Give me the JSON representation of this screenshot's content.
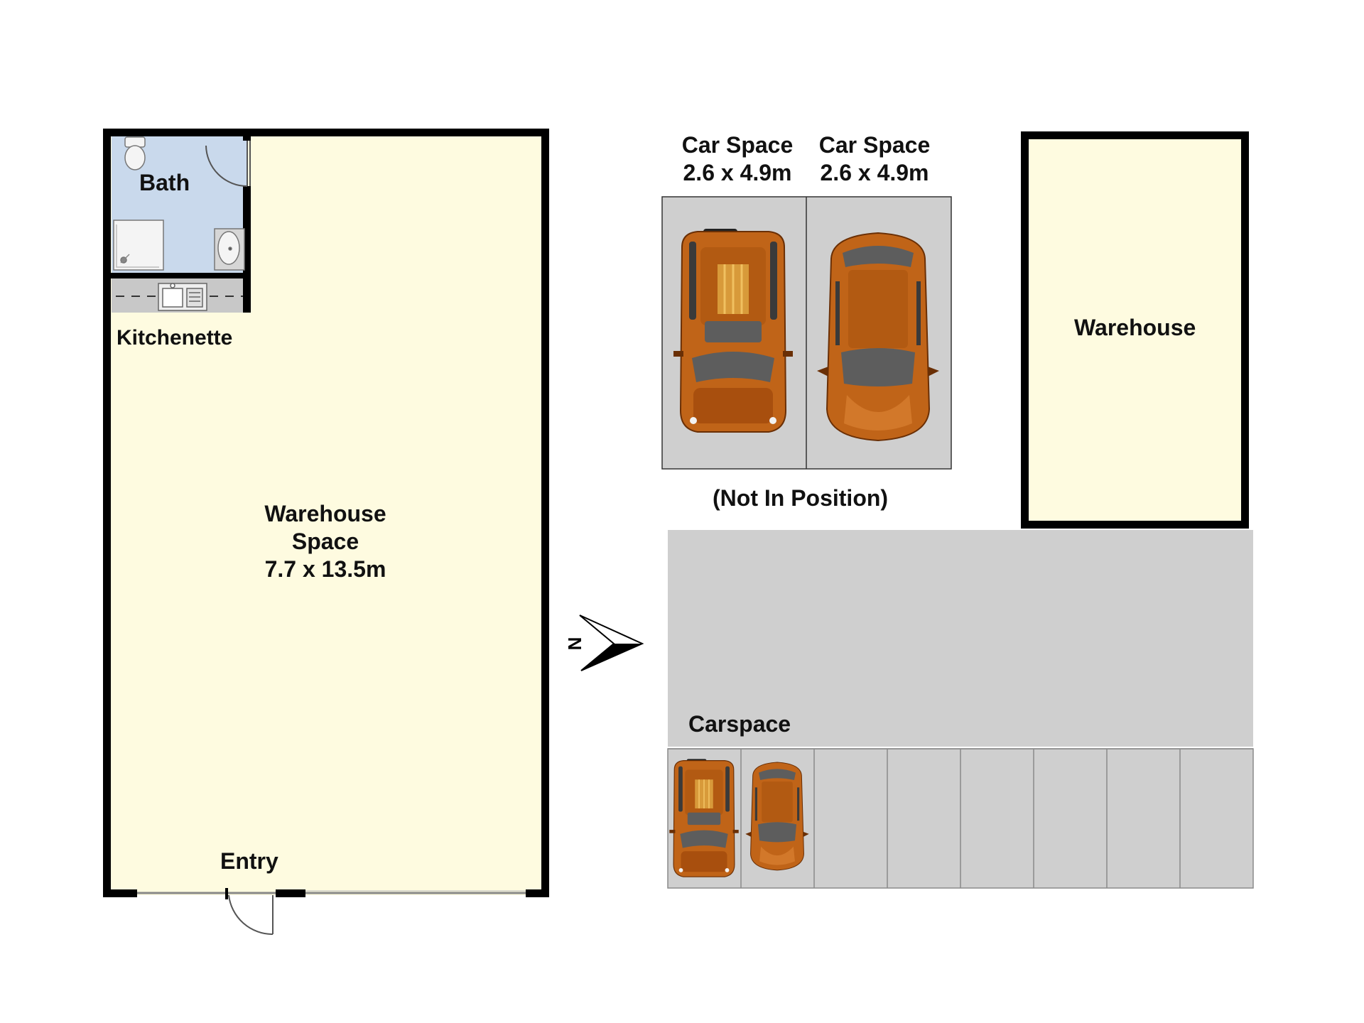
{
  "colors": {
    "wall": "#000000",
    "warehouse_floor": "#fefbe0",
    "bath_floor": "#c9d9ec",
    "kitchen_bench": "#c8c8c8",
    "car_body": "#c06418",
    "car_shadow": "#8e4208",
    "glass": "#5d5d5d",
    "parking_surface": "#cfcfcf",
    "parking_line": "#8a8a8a"
  },
  "labels": {
    "bath": "Bath",
    "kitchenette": "Kitchenette",
    "warehouse_space": {
      "line1": "Warehouse",
      "line2": "Space",
      "line3": "7.7 x 13.5m"
    },
    "entry": "Entry",
    "car_space_1": {
      "line1": "Car Space",
      "line2": "2.6 x 4.9m"
    },
    "car_space_2": {
      "line1": "Car Space",
      "line2": "2.6 x 4.9m"
    },
    "not_in_position": "(Not In Position)",
    "warehouse": "Warehouse",
    "carspace": "Carspace",
    "north": "N"
  },
  "icons": {
    "compass": "north-arrow-icon",
    "toilet": "toilet-icon",
    "shower": "shower-icon",
    "basin": "basin-icon",
    "sink": "kitchen-sink-icon",
    "car": "car-icon",
    "door": "door-swing-icon"
  }
}
